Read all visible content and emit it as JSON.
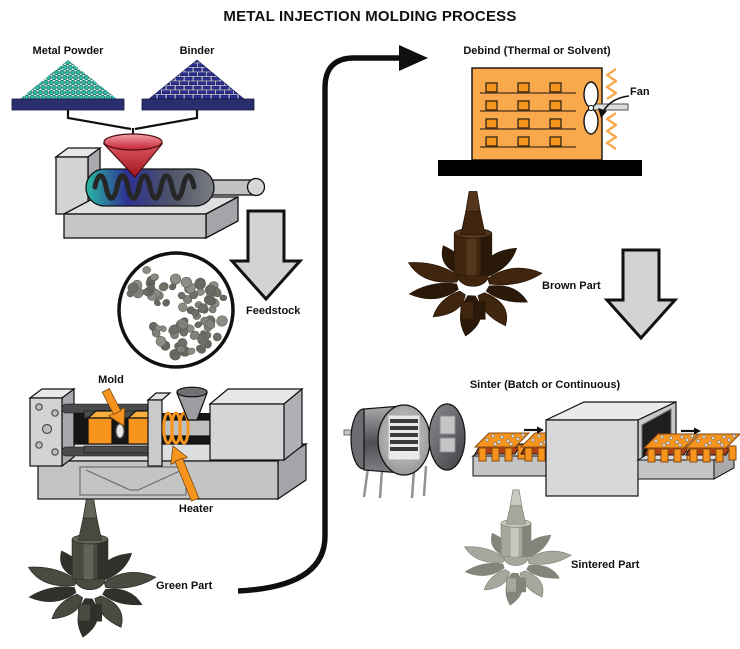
{
  "title": "METAL INJECTION MOLDING PROCESS",
  "inputs": {
    "metal_powder_label": "Metal Powder",
    "binder_label": "Binder"
  },
  "compounding": {
    "feedstock_label": "Feedstock"
  },
  "molding": {
    "mold_label": "Mold",
    "heater_label": "Heater",
    "green_part_label": "Green Part"
  },
  "debinding": {
    "heading": "Debind (Thermal or Solvent)",
    "fan_label": "Fan",
    "brown_part_label": "Brown Part"
  },
  "sintering": {
    "heading": "Sinter (Batch or Continuous)",
    "sintered_part_label": "Sintered Part"
  },
  "colors": {
    "powder_teal": "#33BCA8",
    "powder_teal_edge": "#0F6457",
    "binder_navy": "#2E3192",
    "base_bar_navy": "#2B2E6E",
    "funnel_red": "#C52030",
    "machine_grey": "#D1D3D4",
    "oven_orange": "#F9A94B",
    "accent_orange": "#F7941D",
    "tray_shadow": "#AD4017",
    "outline_black": "#111111",
    "green_part": {
      "base": "#4A4A41",
      "dark": "#31312B",
      "light": "#63635A"
    },
    "brown_part": {
      "base": "#40260F",
      "dark": "#2A1808",
      "light": "#55361C"
    },
    "sintered_part": {
      "base": "#A7A79D",
      "dark": "#84847B",
      "light": "#C9C9C1"
    },
    "pellet_greys": [
      "#81817A",
      "#6F6F68",
      "#8D8D85",
      "#686862"
    ]
  }
}
